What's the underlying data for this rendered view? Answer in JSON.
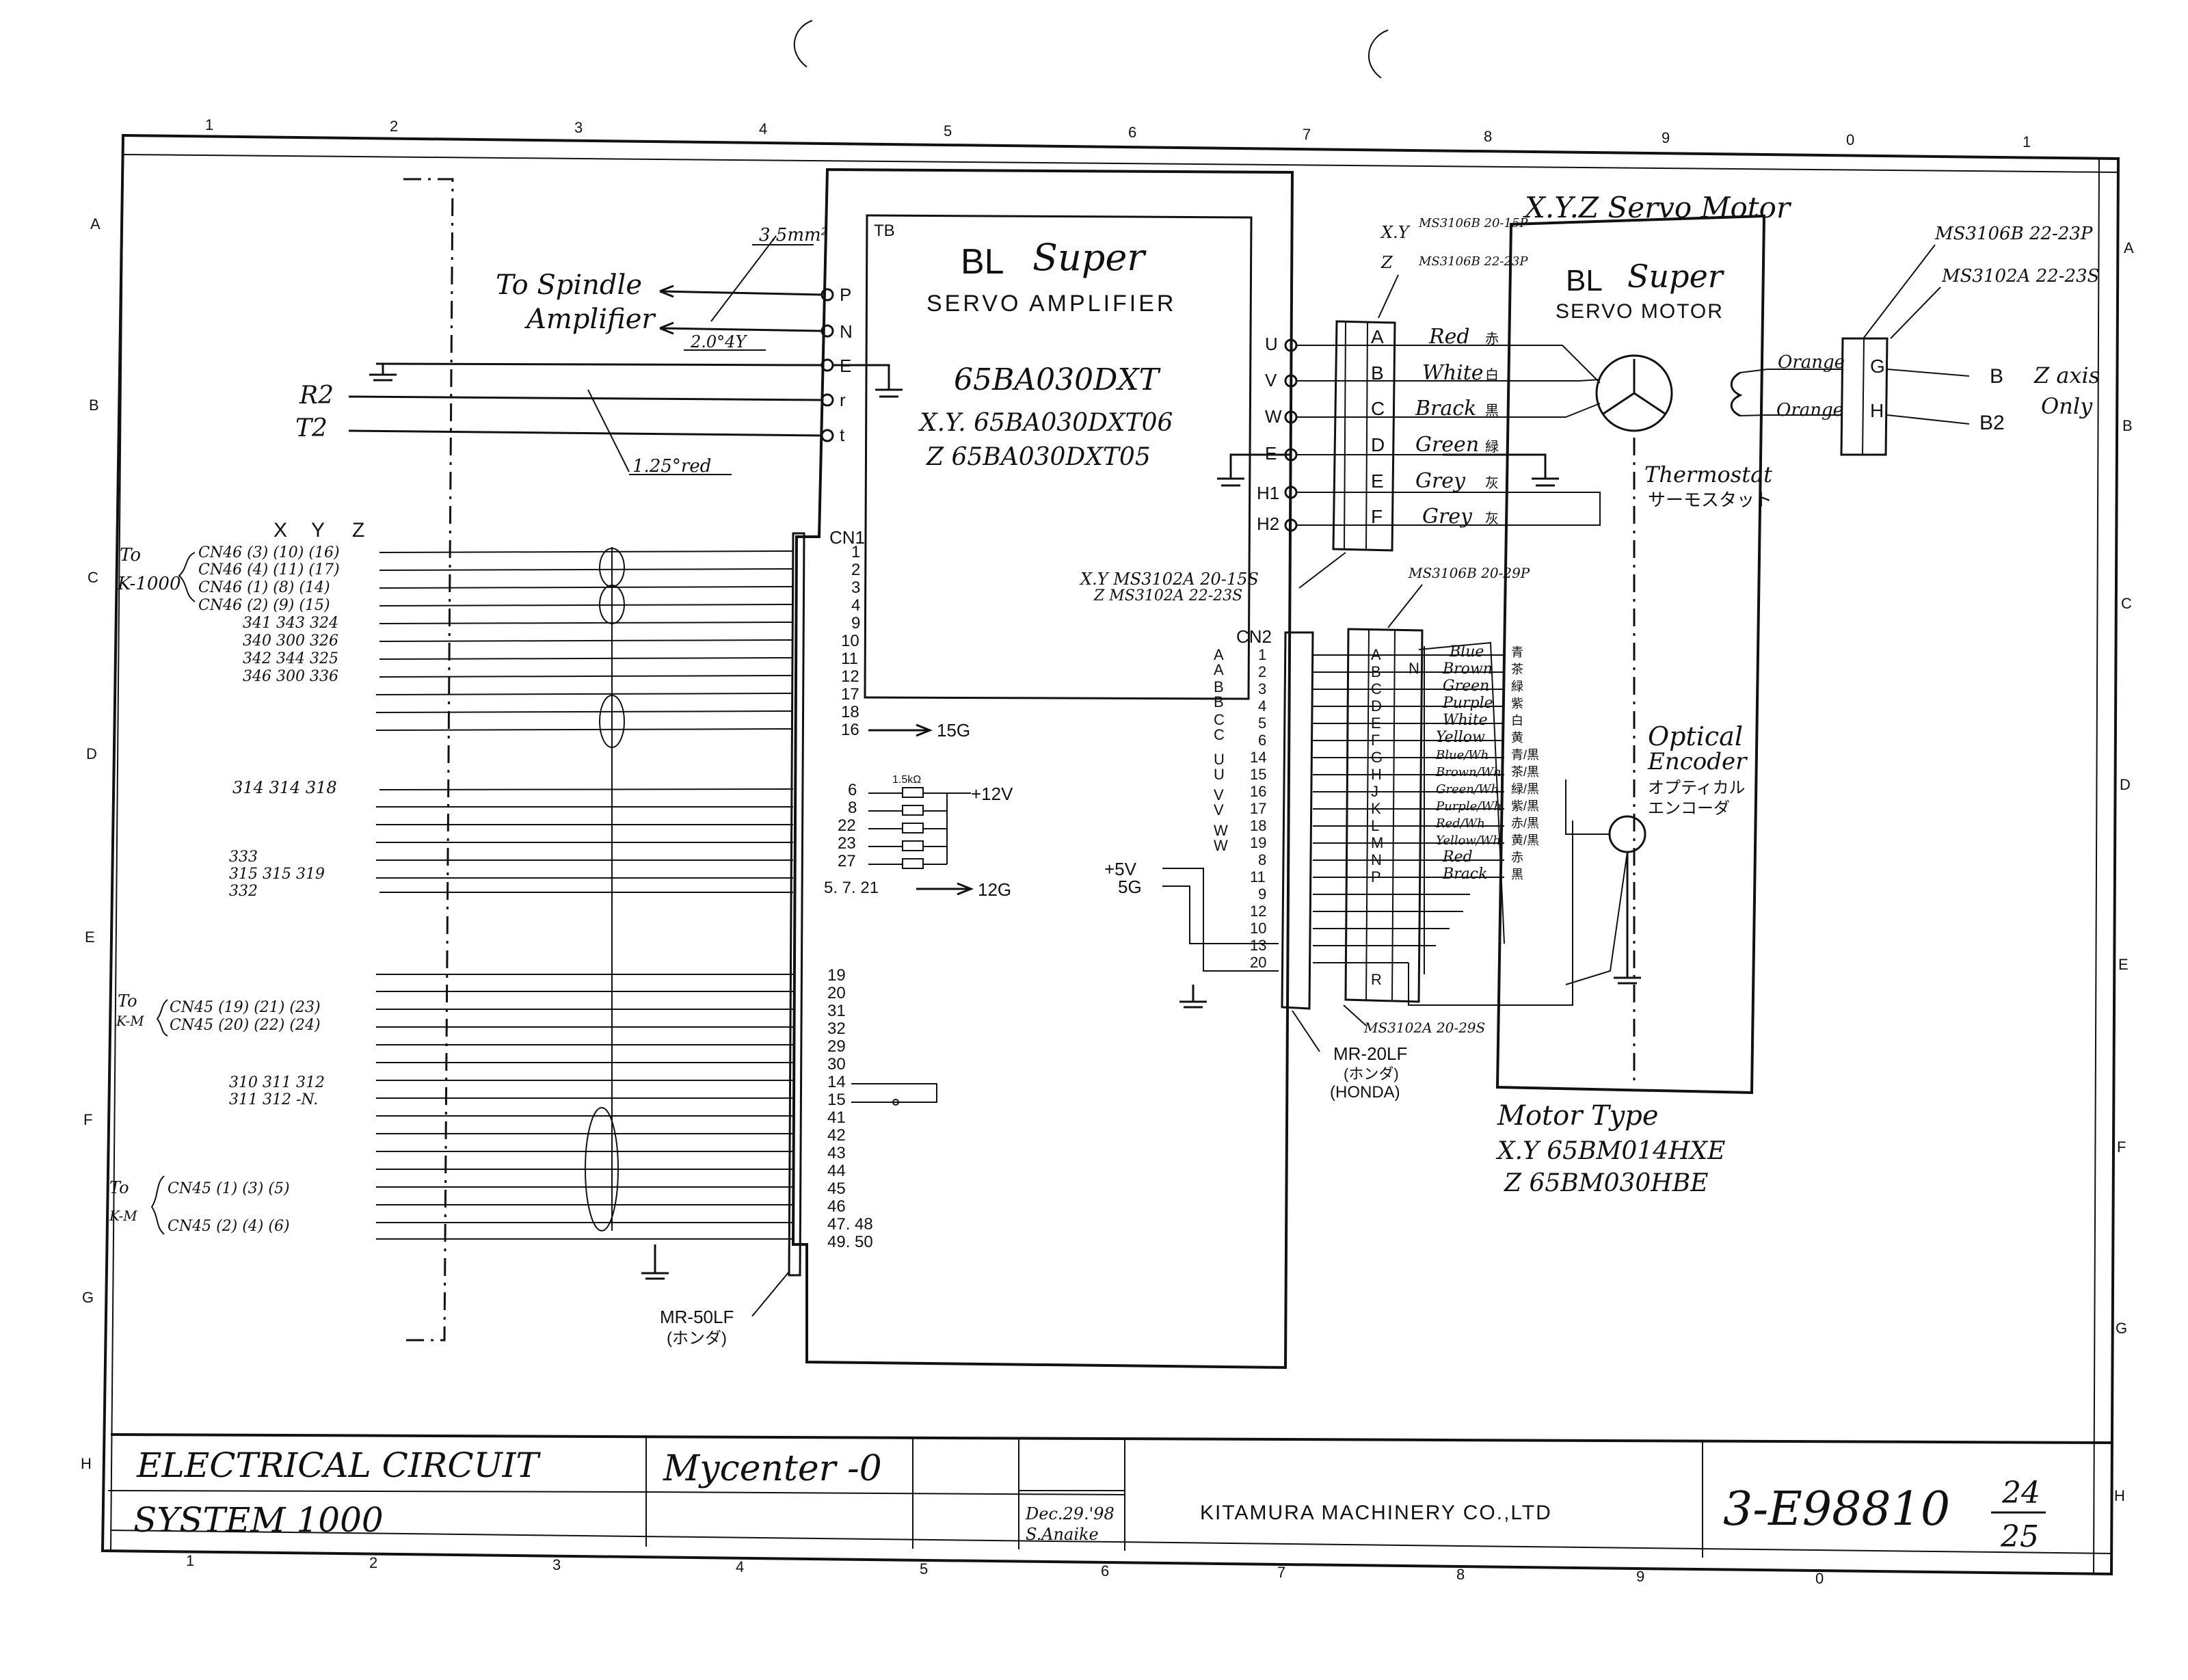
{
  "frame": {
    "col_top": [
      "1",
      "2",
      "3",
      "4",
      "5",
      "6",
      "7",
      "8",
      "9",
      "0",
      "1"
    ],
    "col_bottom": [
      "1",
      "2",
      "3",
      "4",
      "5",
      "6",
      "7",
      "8",
      "9",
      "0"
    ],
    "rows_left": [
      "A",
      "B",
      "C",
      "D",
      "E",
      "F",
      "G",
      "H"
    ],
    "rows_right": [
      "A",
      "B",
      "C",
      "D",
      "E",
      "F",
      "G",
      "H"
    ]
  },
  "amplifier": {
    "tb": "TB",
    "title_bl": "BL",
    "title_super": "Super",
    "subtitle": "SERVO AMPLIFIER",
    "model": "65BA030DXT",
    "model_xy": "X.Y. 65BA030DXT06",
    "model_z": "Z 65BA030DXT05",
    "cn1": "CN1",
    "cn2": "CN2",
    "tb_pins_left": [
      "P",
      "N",
      "E",
      "r",
      "t"
    ],
    "tb_pins_right": [
      "U",
      "V",
      "W",
      "E",
      "H1",
      "H2"
    ]
  },
  "motor": {
    "header": "X.Y.Z Servo Motor",
    "title_bl": "BL",
    "title_super": "Super",
    "subtitle": "SERVO MOTOR",
    "thermostat": "Thermostat",
    "thermostat_jp": "サーモスタット",
    "encoder_1": "Optical",
    "encoder_2": "Encoder",
    "encoder_jp1": "オプティカル",
    "encoder_jp2": "エンコーダ",
    "type_title": "Motor Type",
    "type_xy": "X.Y 65BM014HXE",
    "type_z": "Z 65BM030HBE"
  },
  "power_connector": {
    "xy_part": "MS3106B 20-15P",
    "z_part": "MS3106B 22-23P",
    "xy_label": "X.Y",
    "z_label": "Z",
    "bottom_xy": "X.Y MS3102A 20-15S",
    "bottom_z": "Z MS3102A 22-23S",
    "pins": [
      "A",
      "B",
      "C",
      "D",
      "E",
      "F"
    ],
    "colors": [
      "Red",
      "White",
      "Brack",
      "Green",
      "Grey",
      "Grey"
    ],
    "colors_jp": [
      "赤",
      "白",
      "黒",
      "緑",
      "灰",
      "灰"
    ]
  },
  "encoder_connector": {
    "part_top": "MS3106B 20-29P",
    "part_bottom": "MS3102A 20-29S",
    "cn2_letters": [
      "A",
      "A",
      "B",
      "B",
      "C",
      "C",
      "U",
      "U",
      "V",
      "V",
      "W",
      "W"
    ],
    "pins": [
      "1",
      "2",
      "3",
      "4",
      "5",
      "6",
      "14",
      "15",
      "16",
      "17",
      "18",
      "19",
      "8",
      "11",
      "9",
      "12",
      "10",
      "13",
      "20"
    ],
    "conn_letters": [
      "A",
      "B",
      "C",
      "D",
      "E",
      "F",
      "G",
      "H",
      "J",
      "K",
      "L",
      "M",
      "N",
      "P"
    ],
    "colors": [
      "Blue",
      "Brown",
      "Green",
      "Purple",
      "White",
      "Yellow",
      "Blue/Wh",
      "Brown/Wh",
      "Green/Wh",
      "Purple/Wh",
      "Red/Wh",
      "Yellow/Wh",
      "Red",
      "Brack"
    ],
    "colors_jp": [
      "青",
      "茶",
      "緑",
      "紫",
      "白",
      "黄",
      "青/黒",
      "茶/黒",
      "緑/黒",
      "紫/黒",
      "赤/黒",
      "黄/黒",
      "赤",
      "黒"
    ],
    "plug": "MR-20LF",
    "plug_jp": "(ホンダ)",
    "plug_maker": "(HONDA)",
    "plus5v": "+5V",
    "gnd": "5G",
    "r_pin": "R"
  },
  "brake": {
    "part_1": "MS3106B 22-23P",
    "part_2": "MS3102A 22-23S",
    "wire_1": "Orange",
    "wire_2": "Orange",
    "pin_g": "G",
    "pin_h": "H",
    "out_b": "B",
    "out_b2": "B2",
    "note_1": "Z axis",
    "note_2": "Only"
  },
  "left": {
    "to_spindle": "To Spindle",
    "amplifier": "Amplifier",
    "wire_35": "3.5mm²",
    "wire_20": "2.0°4Y",
    "wire_125": "1.25°red",
    "r2": "R2",
    "t2": "T2",
    "xyz_header": [
      "X",
      "Y",
      "Z"
    ],
    "to": "To",
    "k1000": "K-1000",
    "cn46_rows": [
      "CN46 (3) (10) (16)",
      "CN46 (4) (11) (17)",
      "CN46 (1) (8) (14)",
      "CN46 (2) (9) (15)"
    ],
    "num_rows": [
      "341 343 324",
      "340 300 326",
      "342 344 325",
      "346 300 336"
    ],
    "mid_row": "314 314 318",
    "lower_a": "333",
    "lower_b": "315 315 319",
    "lower_c": "332",
    "to2": "To",
    "km": "K-M",
    "cn45_rows_a": [
      "CN45 (19) (21) (23)",
      "CN45 (20) (22) (24)"
    ],
    "bot_nums_1": "310 311 312",
    "bot_nums_2": "311 312 -N.",
    "to3": "To",
    "km2": "K-M",
    "cn45_rows_b": [
      "CN45 (1) (3) (5)",
      "CN45 (2) (4) (6)"
    ]
  },
  "cn1_pins": {
    "top": [
      "1",
      "2",
      "3",
      "4",
      "9",
      "10",
      "11",
      "12",
      "17",
      "18",
      "16"
    ],
    "mid": [
      "6",
      "8",
      "22",
      "23",
      "27",
      "5. 7. 21"
    ],
    "bottom": [
      "19",
      "20",
      "31",
      "32",
      "29",
      "30",
      "14",
      "15",
      "41",
      "42",
      "43",
      "44",
      "45",
      "46",
      "47. 48",
      "49. 50"
    ],
    "out_15g": "15G",
    "out_12v": "+12V",
    "out_12g": "12G",
    "res": "1.5kΩ",
    "plug": "MR-50LF",
    "plug_jp": "(ホンダ)"
  },
  "title_block": {
    "line1": "ELECTRICAL CIRCUIT",
    "line2": "SYSTEM 1000",
    "model": "Mycenter -0",
    "date": "Dec.29.'98",
    "drawn": "S.Anaike",
    "company": "KITAMURA MACHINERY CO.,LTD",
    "drawing_no": "3-E98810",
    "sheet": "24",
    "total": "25"
  }
}
